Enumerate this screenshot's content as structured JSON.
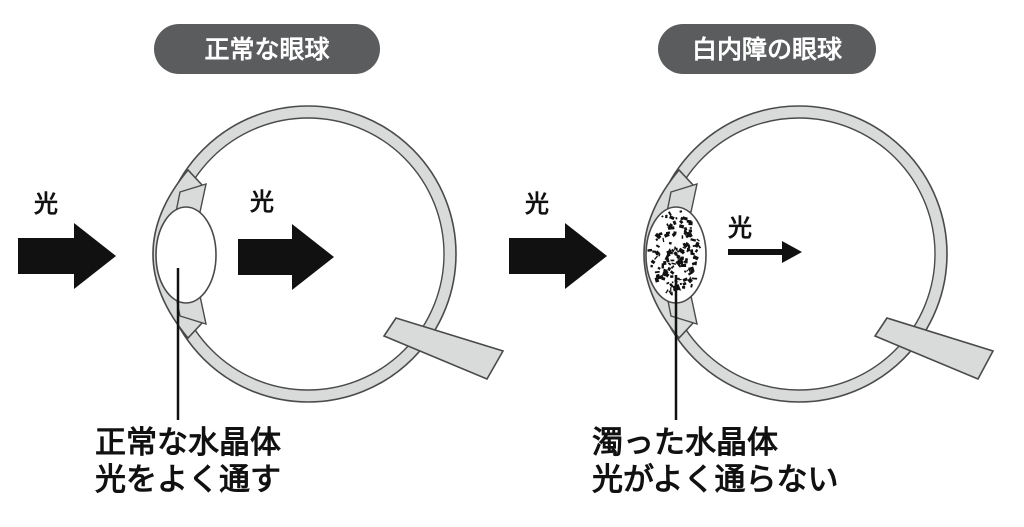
{
  "colors": {
    "pill": "#5a5c5e",
    "eye_wall": "#d9dbdb",
    "outline": "#4a4a4a",
    "arrow": "#111111"
  },
  "panels": {
    "normal": {
      "title": "正常な眼球",
      "light_in": "光",
      "light_through": "光",
      "caption_line1": "正常な水晶体",
      "caption_line2": "光をよく通す"
    },
    "cataract": {
      "title": "白内障の眼球",
      "light_in": "光",
      "light_through": "光",
      "caption_line1": "濁った水晶体",
      "caption_line2": "光がよく通らない"
    }
  }
}
